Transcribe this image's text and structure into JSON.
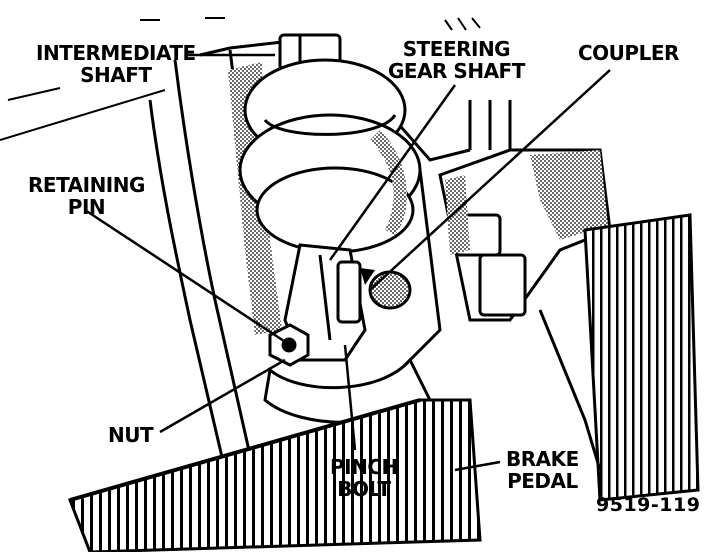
{
  "labels": {
    "intermediate_shaft": [
      "INTERMEDIATE",
      "SHAFT"
    ],
    "steering_gear_shaft": [
      "STEERING",
      "GEAR SHAFT"
    ],
    "coupler": "COUPLER",
    "retaining_pin": [
      "RETAINING",
      "PIN"
    ],
    "nut": "NUT",
    "pinch_bolt": [
      "PINCH",
      "BOLT"
    ],
    "brake_pedal": [
      "BRAKE",
      "PEDAL"
    ]
  },
  "figure_number": "9519-119",
  "colors": {
    "ink": "#000000",
    "paper": "#ffffff"
  }
}
